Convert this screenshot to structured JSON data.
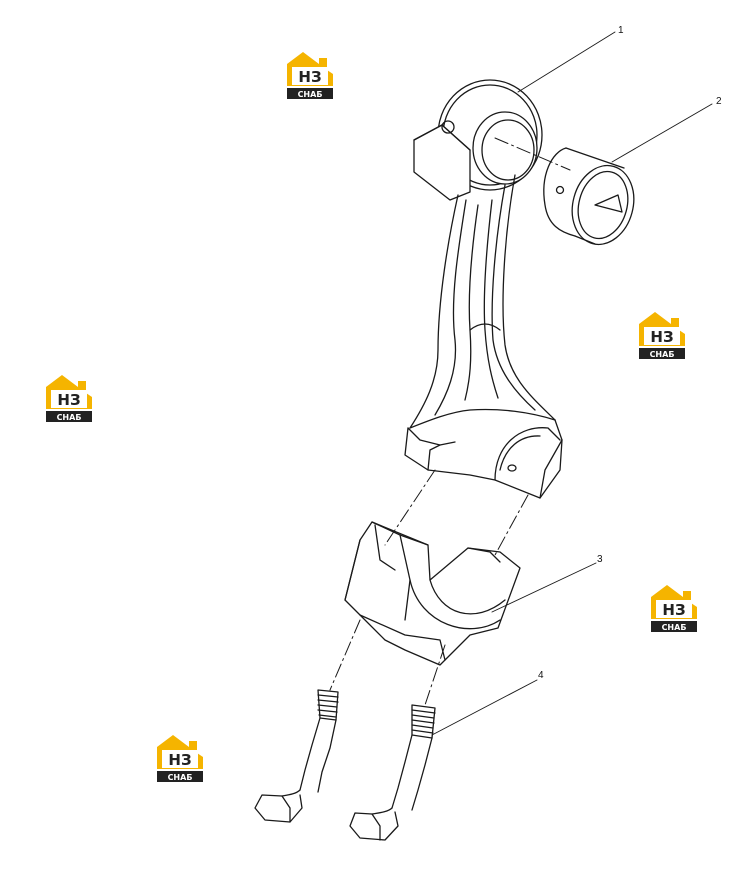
{
  "callouts": [
    {
      "id": "1",
      "label": "1"
    },
    {
      "id": "2",
      "label": "2"
    },
    {
      "id": "3",
      "label": "3"
    },
    {
      "id": "4",
      "label": "4"
    }
  ],
  "watermark": {
    "letters": "НЗ",
    "sub": "СНАБ",
    "color_yellow": "#f5b400",
    "color_dark": "#222222"
  },
  "colors": {
    "line": "#1a1a1a",
    "fill": "#ffffff"
  }
}
